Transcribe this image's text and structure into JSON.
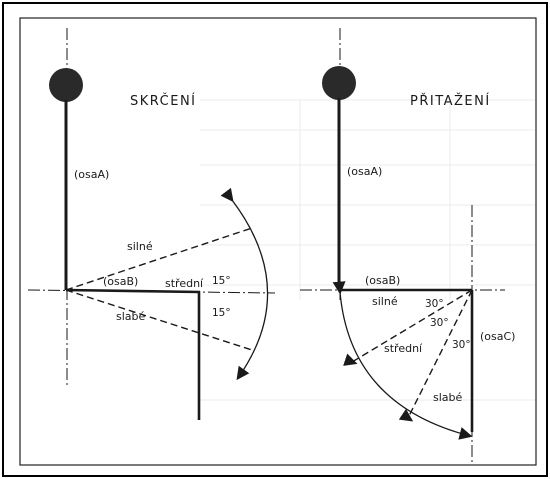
{
  "diagram": {
    "left": {
      "title": "SKRČENÍ",
      "axis_a": "(osaA)",
      "axis_b": "(osaB)",
      "strong": "silné",
      "medium": "střední",
      "weak": "slabé",
      "angle_upper": "15°",
      "angle_lower": "15°"
    },
    "right": {
      "title": "PŘITAŽENÍ",
      "axis_a": "(osaA)",
      "axis_b": "(osaB)",
      "axis_c": "(osaC)",
      "strong": "silné",
      "medium": "střední",
      "weak": "slabé",
      "angle_1": "30°",
      "angle_2": "30°",
      "angle_3": "30°"
    }
  },
  "colors": {
    "background": "#ffffff",
    "ink": "#1a1a1a",
    "border": "#000000",
    "faint_table": "#e6e6e6"
  }
}
